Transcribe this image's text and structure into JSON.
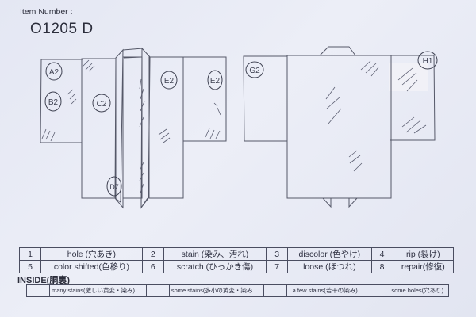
{
  "header": {
    "item_label": "Item Number :",
    "item_number": "O1205   D"
  },
  "diagrams": {
    "front": {
      "labels": [
        "A2",
        "B2",
        "C2",
        "D7",
        "E2",
        "E2"
      ]
    },
    "back": {
      "labels": [
        "G2",
        "H1"
      ]
    }
  },
  "legend": {
    "rows": [
      [
        {
          "num": "1",
          "label": "hole (穴あき)"
        },
        {
          "num": "2",
          "label": "stain (染み、汚れ)"
        },
        {
          "num": "3",
          "label": "discolor (色やけ)"
        },
        {
          "num": "4",
          "label": "rip (裂け)"
        }
      ],
      [
        {
          "num": "5",
          "label": "color shifted(色移り)"
        },
        {
          "num": "6",
          "label": "scratch (ひっかき傷)"
        },
        {
          "num": "7",
          "label": "loose (ほつれ)"
        },
        {
          "num": "8",
          "label": "repair(修復)"
        }
      ]
    ]
  },
  "inside": {
    "title": "INSIDE(胴裏)",
    "options": [
      {
        "box": "",
        "label": "many stains(激しい黄変・染み)"
      },
      {
        "box": "",
        "label": "some stains(多小の黄変・染み"
      },
      {
        "box": "",
        "label": "a few stains(若干の染み)"
      },
      {
        "box": "",
        "label": "some holes(穴あり)"
      }
    ]
  },
  "colors": {
    "paper": "#e8eaf4",
    "ink": "#4a4d60"
  }
}
